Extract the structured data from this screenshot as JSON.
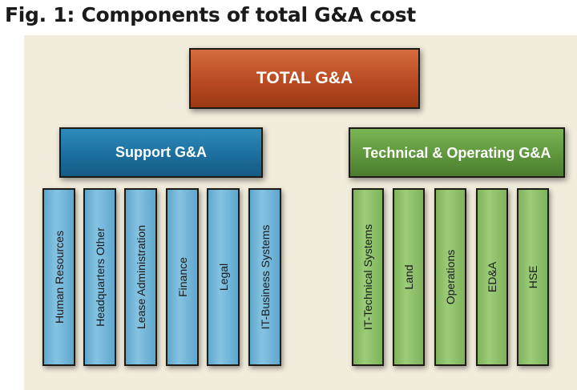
{
  "figure": {
    "title": "Fig. 1: Components of total G&A cost"
  },
  "nodes": {
    "total": "TOTAL G&A",
    "support": "Support G&A",
    "technical": "Technical & Operating G&A"
  },
  "support_items": [
    "Human Resources",
    "Headquarters Other",
    "Lease Administration",
    "Finance",
    "Legal",
    "IT-Business Systems"
  ],
  "technical_items": [
    "IT-Technical Systems",
    "Land",
    "Operations",
    "ED&A",
    "HSE"
  ],
  "colors": {
    "total": "#b84a21",
    "support": "#1c6f9f",
    "technical": "#5e963c",
    "support_columns": "#86c3e2",
    "technical_columns": "#9ccc79",
    "background": "#f2ecdc"
  }
}
